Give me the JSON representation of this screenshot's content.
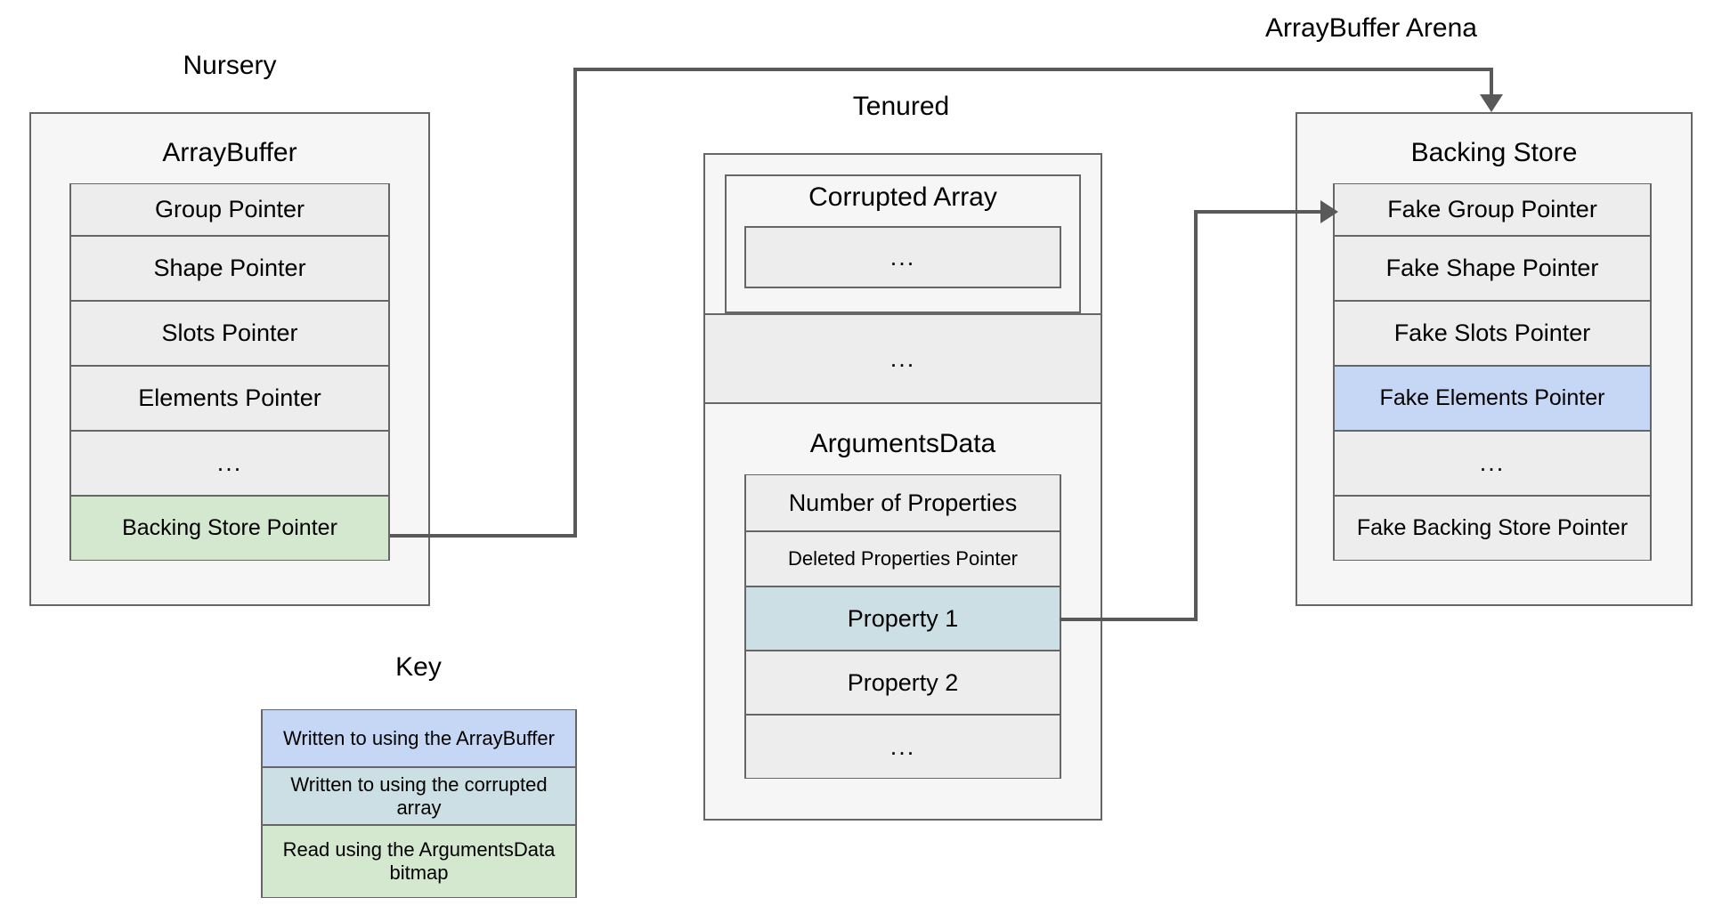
{
  "diagram": {
    "title_arena": "ArrayBuffer Arena",
    "regions": {
      "nursery": {
        "label": "Nursery",
        "object": {
          "title": "ArrayBuffer",
          "fields": [
            {
              "label": "Group Pointer",
              "fill": "grey"
            },
            {
              "label": "Shape Pointer",
              "fill": "grey"
            },
            {
              "label": "Slots Pointer",
              "fill": "grey"
            },
            {
              "label": "Elements Pointer",
              "fill": "grey"
            },
            {
              "label": "...",
              "fill": "grey"
            },
            {
              "label": "Backing Store Pointer",
              "fill": "green"
            }
          ]
        }
      },
      "tenured": {
        "label": "Tenured",
        "objects": [
          {
            "title": "Corrupted Array",
            "fields": [
              {
                "label": "...",
                "fill": "grey"
              }
            ]
          },
          {
            "title": "",
            "fields": [
              {
                "label": "...",
                "fill": "grey"
              }
            ]
          },
          {
            "title": "ArgumentsData",
            "fields": [
              {
                "label": "Number of Properties",
                "fill": "grey"
              },
              {
                "label": "Deleted Properties Pointer",
                "fill": "grey"
              },
              {
                "label": "Property 1",
                "fill": "cyan"
              },
              {
                "label": "Property 2",
                "fill": "grey"
              },
              {
                "label": "...",
                "fill": "grey"
              }
            ]
          }
        ]
      },
      "arena": {
        "label": "ArrayBuffer Arena",
        "object": {
          "title": "Backing Store",
          "fields": [
            {
              "label": "Fake Group Pointer",
              "fill": "grey"
            },
            {
              "label": "Fake Shape Pointer",
              "fill": "grey"
            },
            {
              "label": "Fake Slots Pointer",
              "fill": "grey"
            },
            {
              "label": "Fake Elements Pointer",
              "fill": "blue"
            },
            {
              "label": "...",
              "fill": "grey"
            },
            {
              "label": "Fake Backing Store Pointer",
              "fill": "grey"
            }
          ]
        }
      }
    },
    "key": {
      "title": "Key",
      "entries": [
        {
          "label": "Written to using the ArrayBuffer",
          "fill": "blue"
        },
        {
          "label": "Written to using the corrupted array",
          "fill": "cyan"
        },
        {
          "label": "Read using the ArgumentsData bitmap",
          "fill": "green"
        }
      ]
    },
    "colors": {
      "blue": "#c5d7f5",
      "cyan": "#ccdfe5",
      "green": "#d4e8d0",
      "grey": "#ededed",
      "stroke": "#666666",
      "connector": "#595959",
      "panel": "#f6f6f6"
    }
  }
}
